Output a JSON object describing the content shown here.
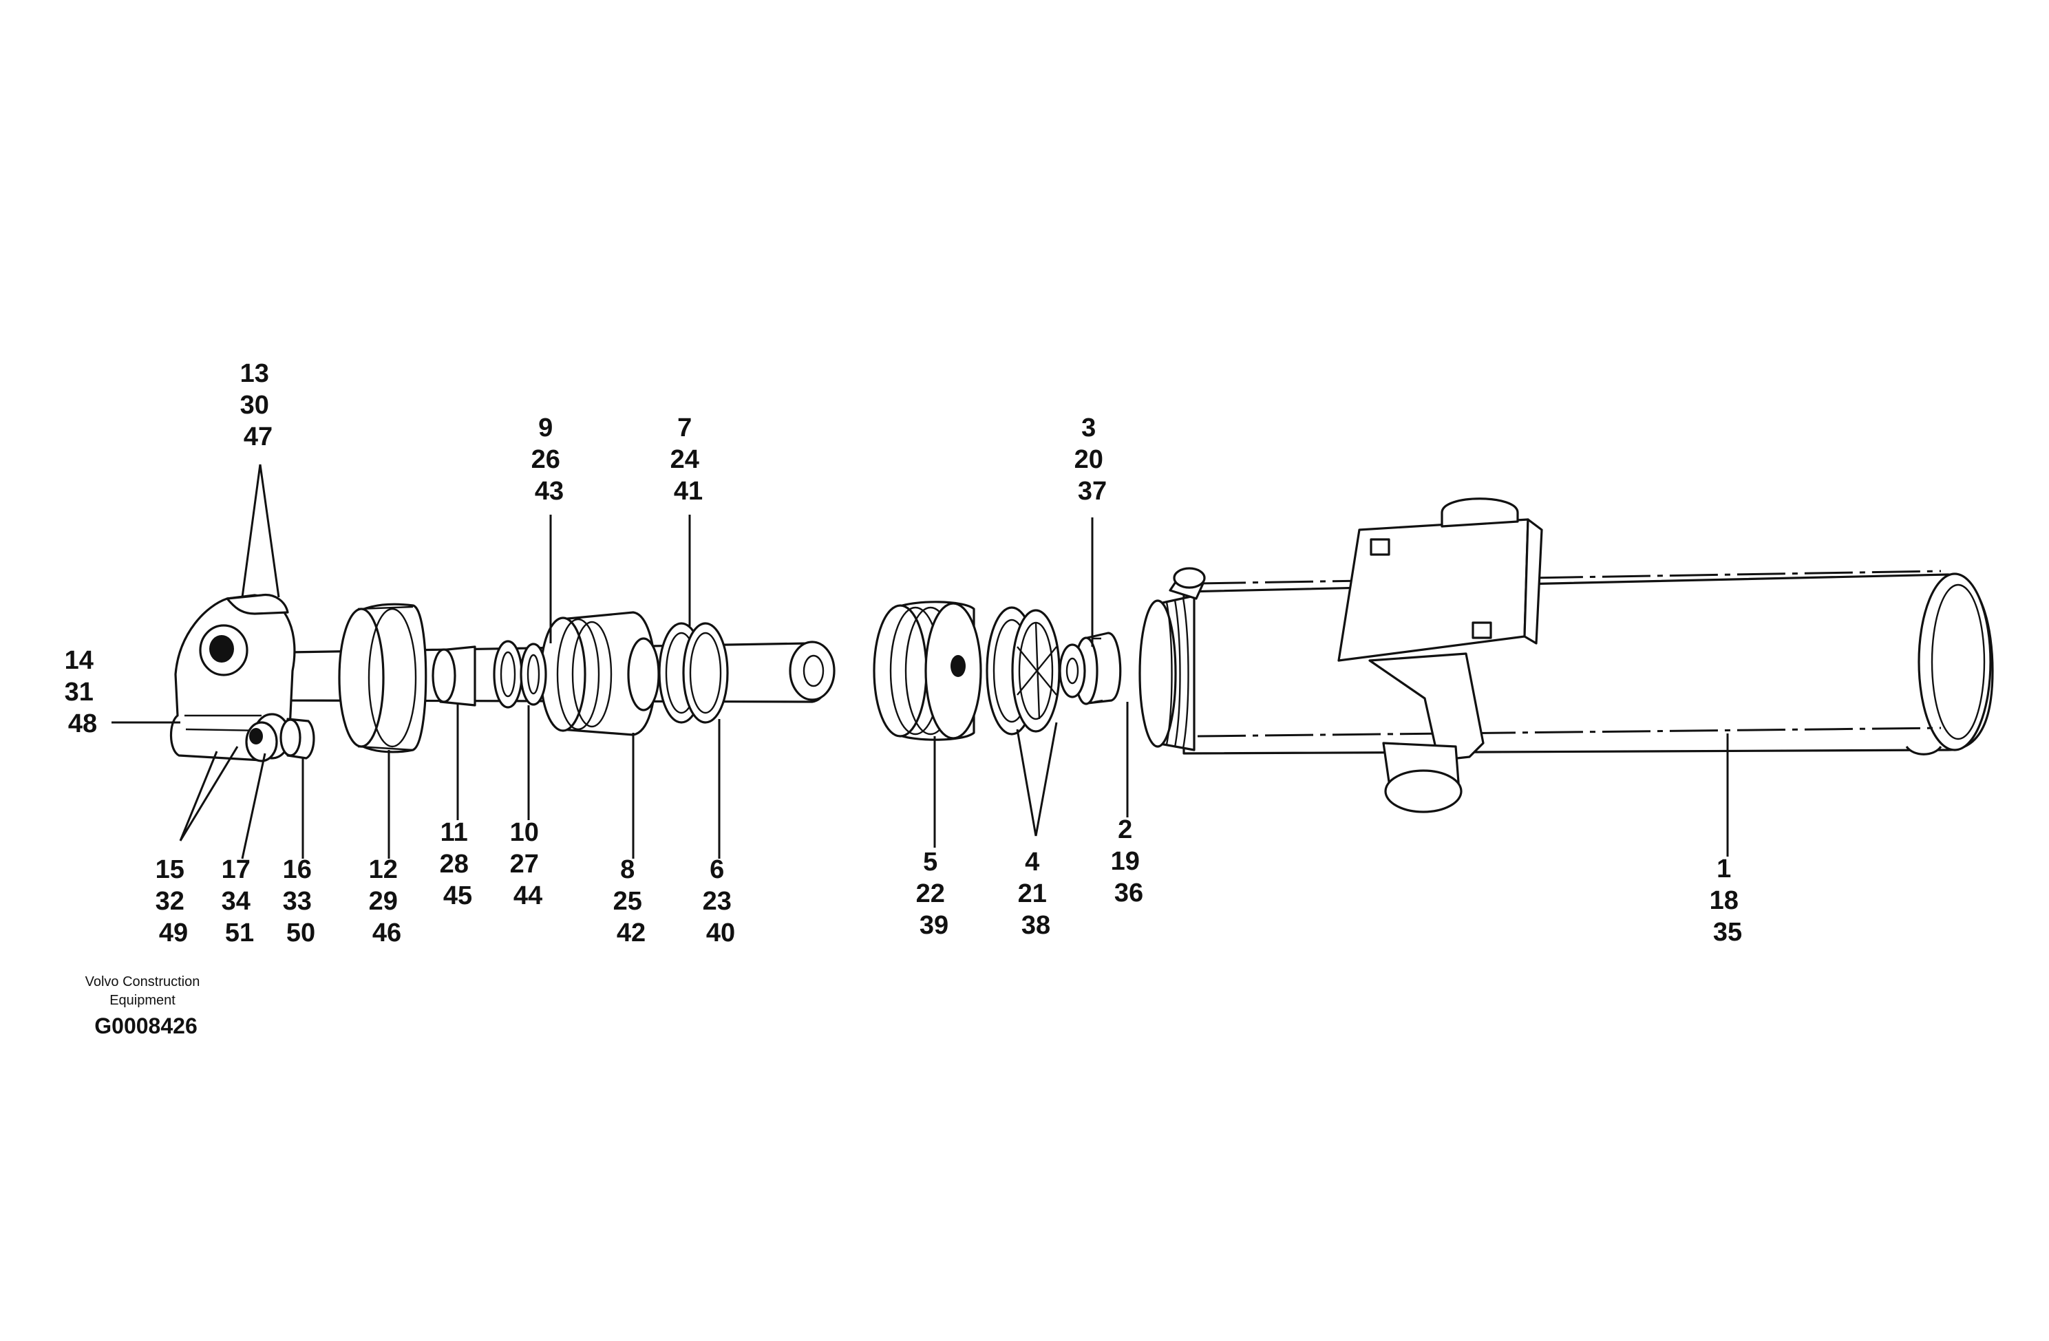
{
  "callouts": [
    {
      "id": "c1",
      "lines": [
        "1",
        "18",
        "35"
      ]
    },
    {
      "id": "c2",
      "lines": [
        "2",
        "19",
        "36"
      ]
    },
    {
      "id": "c3",
      "lines": [
        "3",
        "20",
        "37"
      ]
    },
    {
      "id": "c4",
      "lines": [
        "4",
        "21",
        "38"
      ]
    },
    {
      "id": "c5",
      "lines": [
        "5",
        "22",
        "39"
      ]
    },
    {
      "id": "c6",
      "lines": [
        "6",
        "23",
        "40"
      ]
    },
    {
      "id": "c7",
      "lines": [
        "7",
        "24",
        "41"
      ]
    },
    {
      "id": "c8",
      "lines": [
        "8",
        "25",
        "42"
      ]
    },
    {
      "id": "c9",
      "lines": [
        "9",
        "26",
        "43"
      ]
    },
    {
      "id": "c10",
      "lines": [
        "10",
        "27",
        "44"
      ]
    },
    {
      "id": "c11",
      "lines": [
        "11",
        "28",
        "45"
      ]
    },
    {
      "id": "c12",
      "lines": [
        "12",
        "29",
        "46"
      ]
    },
    {
      "id": "c13",
      "lines": [
        "13",
        "30",
        "47"
      ]
    },
    {
      "id": "c14",
      "lines": [
        "14",
        "31",
        "48"
      ]
    },
    {
      "id": "c15",
      "lines": [
        "15",
        "32",
        "49"
      ]
    },
    {
      "id": "c16",
      "lines": [
        "16",
        "33",
        "50"
      ]
    },
    {
      "id": "c17",
      "lines": [
        "17",
        "34",
        "51"
      ]
    }
  ],
  "footer": {
    "company_line1": "Volvo Construction",
    "company_line2": "Equipment",
    "code": "G0008426"
  }
}
